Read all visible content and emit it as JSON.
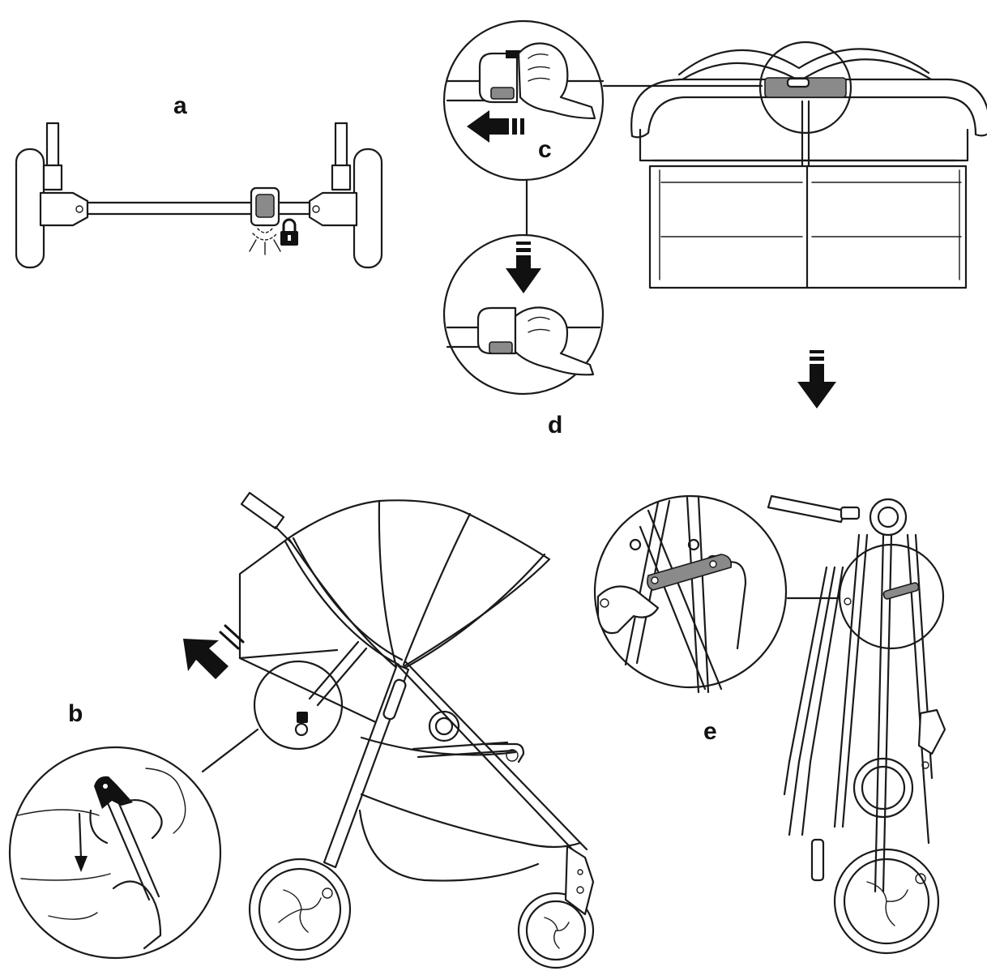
{
  "steps": {
    "a": "a",
    "b": "b",
    "c": "c",
    "d": "d",
    "e": "e"
  },
  "icons": {
    "a": "lock-icon",
    "b": "pull-down-arrow-icon",
    "c": "push-left-arrow-icon",
    "d": "push-down-arrow-icon",
    "e": "fold-down-arrow-icon"
  },
  "colors": {
    "line": "#1a1a1a",
    "shade": "#8a8a8a",
    "background": "#ffffff"
  }
}
